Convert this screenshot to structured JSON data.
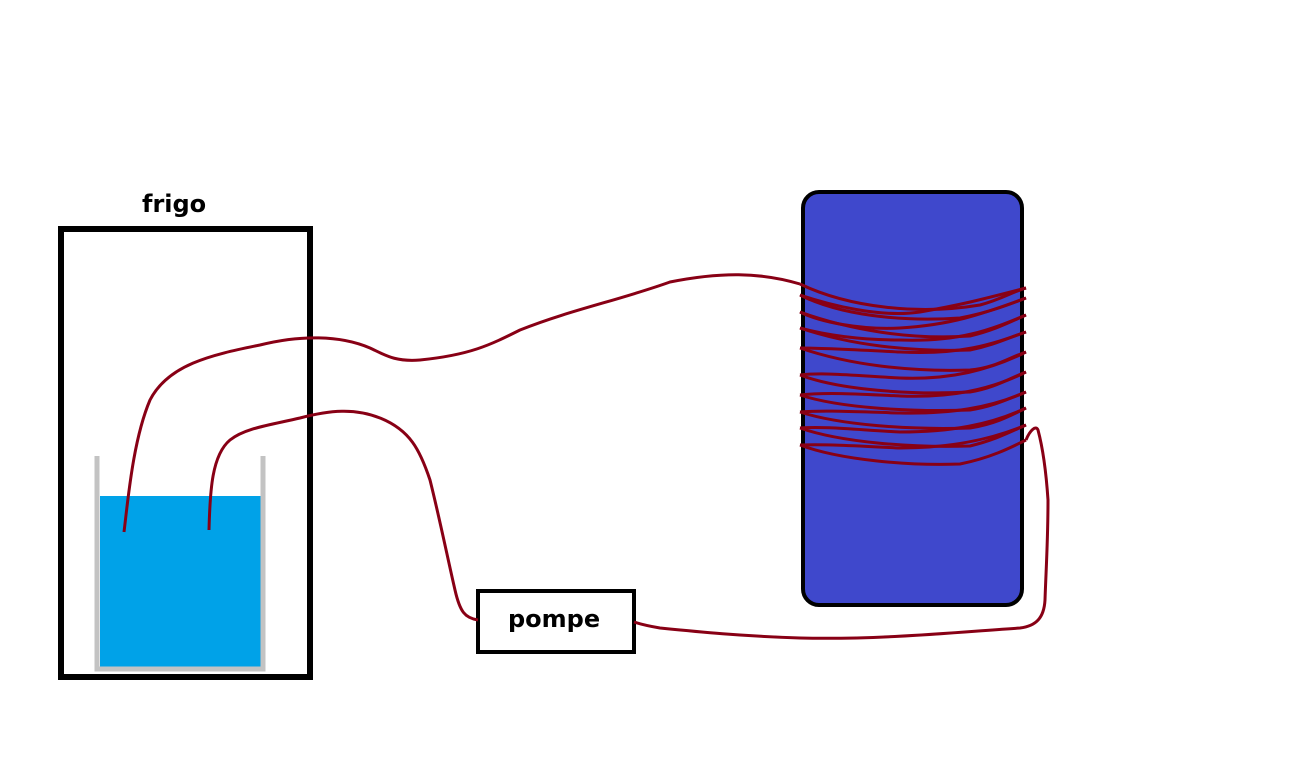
{
  "labels": {
    "fridge": "frigo",
    "pump": "pompe"
  },
  "colors": {
    "background": "#ffffff",
    "outline": "#000000",
    "water": "#00a2e8",
    "beaker": "#c3c3c3",
    "tank": "#3f48cc",
    "tube": "#880015"
  },
  "icons": {
    "fridge": "fridge-box",
    "beaker": "water-beaker",
    "pump": "pump-box",
    "tank": "tank-cylinder",
    "coil": "tube-coil"
  }
}
